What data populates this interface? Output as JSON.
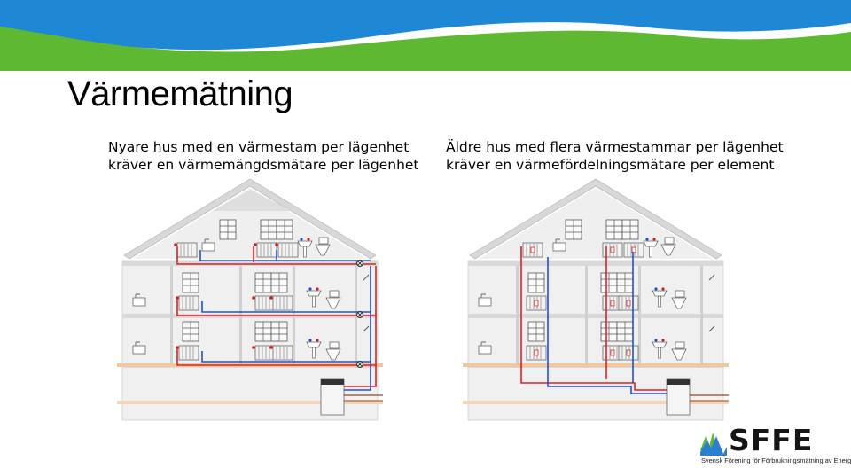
{
  "title": "Värmemätning",
  "left": {
    "line1": "Nyare hus med en värmestam per lägenhet",
    "line2": "kräver en värmemängdsmätare per lägenhet"
  },
  "right": {
    "line1": "Äldre hus med flera värmestammar per lägenhet",
    "line2": "kräver en värmefördelningsmätare per element"
  },
  "logo": {
    "name": "SFFE",
    "tagline": "Svensk Förening för Förbrukningsmätning av Energi"
  },
  "colors": {
    "banner_green": "#5fb832",
    "banner_blue": "#1f88d6",
    "supply_pipe": "#e02020",
    "return_pipe": "#2050d0",
    "house_wall": "#dcdcdc",
    "logo_green": "#5fb832",
    "logo_blue": "#2a7fd0"
  },
  "icons": [
    "radiator-icon",
    "sink-icon",
    "toilet-icon",
    "window-icon",
    "heat-meter-icon",
    "boiler-icon",
    "shower-icon"
  ]
}
